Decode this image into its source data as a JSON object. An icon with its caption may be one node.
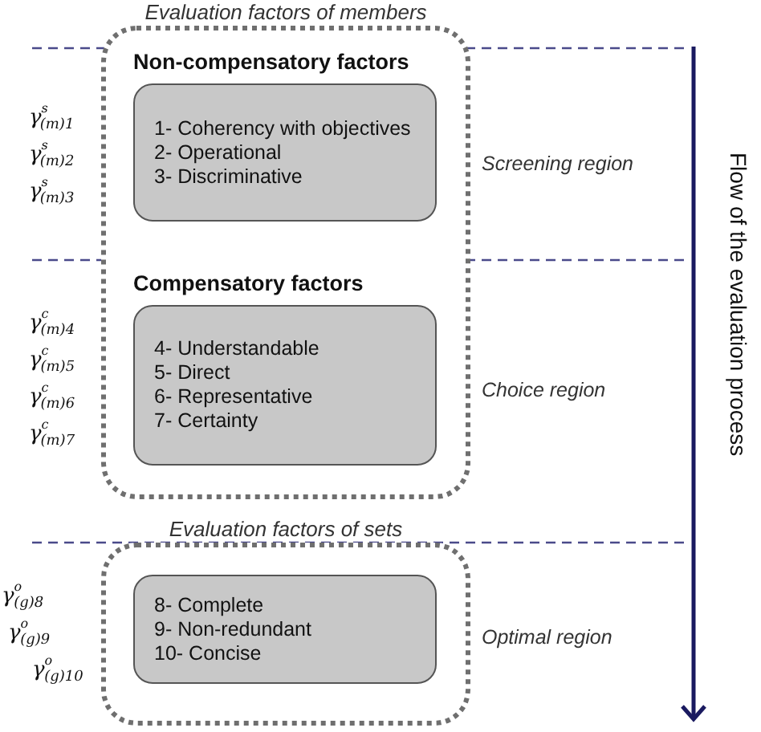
{
  "diagram": {
    "nodes": [
      {
        "text": [
          "Evaluation factors of members"
        ]
      },
      {
        "text": [
          "Non-compensatory factors",
          "1- Coherency with objectives",
          "2- Operational",
          "3- Discriminative"
        ],
        "in": 0
      },
      {
        "text": [
          "Compensatory factors",
          "4- Understandable",
          "5- Direct",
          "6- Representative",
          "7- Certainty"
        ],
        "in": 0
      },
      {
        "text": [
          "Evaluation factors of sets"
        ]
      },
      {
        "text": [
          "8- Complete",
          "9- Non-redundant",
          "10- Concise"
        ],
        "in": 3
      }
    ],
    "edges": [],
    "labels": [
      "γ$^{s}$$_{(m)1}$",
      "γ$^{s}$$_{(m)2}$",
      "γ$^{s}$$_{(m)3}$",
      "Screening region",
      "Flow of the evaluation process",
      "γ$^{c}$$_{(m)4}$",
      "γ$^{c}$$_{(m)5}$",
      "γ$^{c}$$_{(m)6}$",
      "γ$^{c}$$_{(m)7}$",
      "Choice region",
      "γ$^{o}$$_{(g)8}$",
      "γ$^{o}$$_{(g)9}$",
      "γ$^{o}$$_{(g)10}$",
      "Optimal region"
    ]
  }
}
